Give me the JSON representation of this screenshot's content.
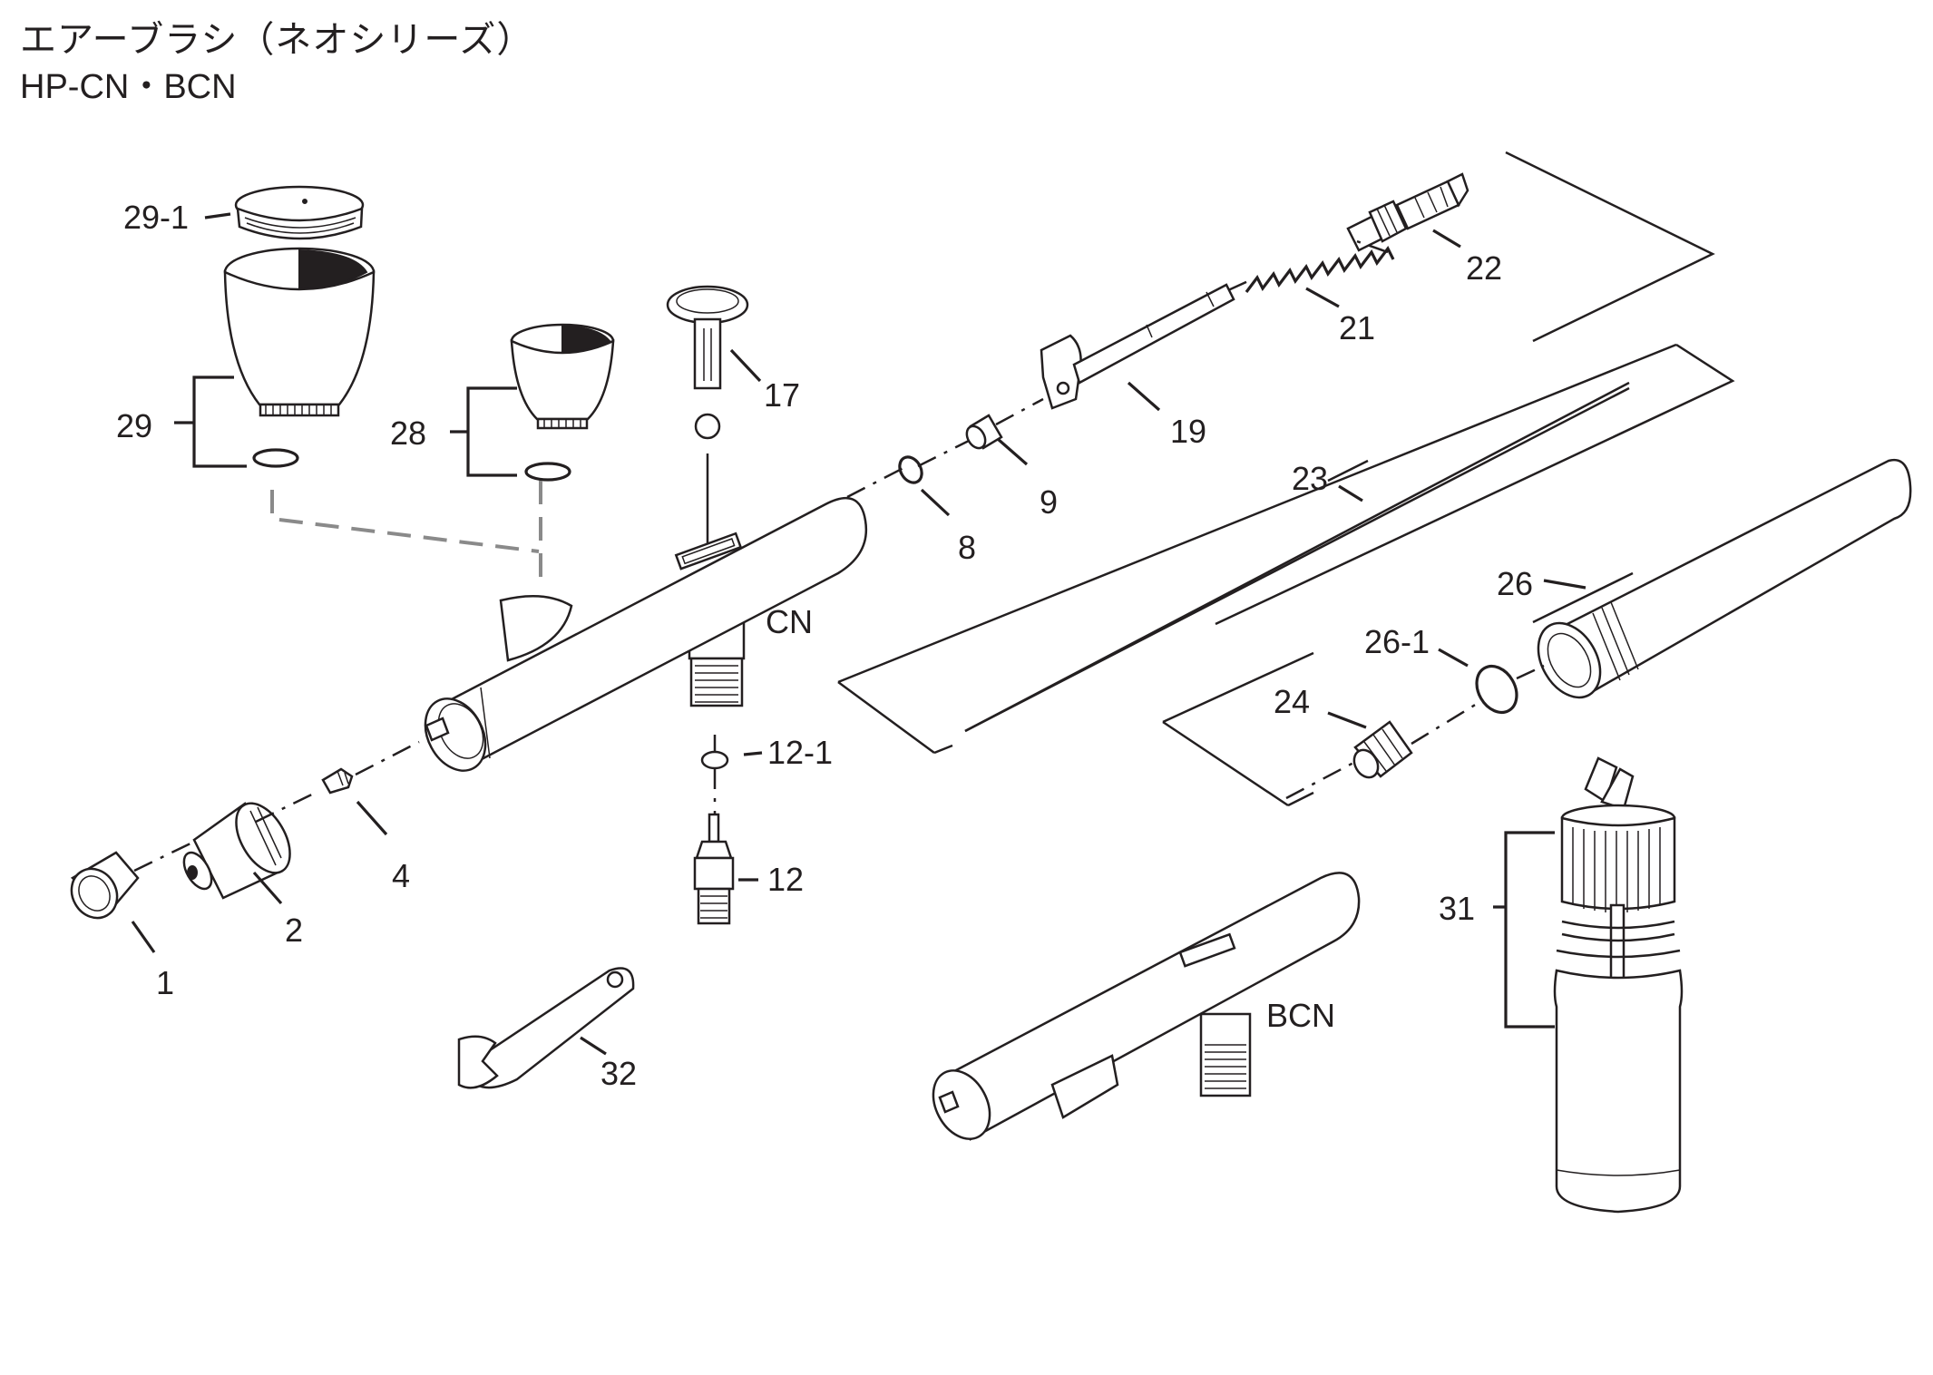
{
  "title": {
    "japanese": "エアーブラシ（ネオシリーズ）",
    "model": "HP-CN・BCN"
  },
  "parts": [
    {
      "id": "29-1"
    },
    {
      "id": "29"
    },
    {
      "id": "28"
    },
    {
      "id": "17"
    },
    {
      "id": "22"
    },
    {
      "id": "21"
    },
    {
      "id": "19"
    },
    {
      "id": "9"
    },
    {
      "id": "8"
    },
    {
      "id": "23"
    },
    {
      "id": "26"
    },
    {
      "id": "26-1"
    },
    {
      "id": "24"
    },
    {
      "id": "12-1"
    },
    {
      "id": "12"
    },
    {
      "id": "4"
    },
    {
      "id": "2"
    },
    {
      "id": "1"
    },
    {
      "id": "32"
    },
    {
      "id": "31"
    }
  ],
  "variants": {
    "cn": "CN",
    "bcn": "BCN"
  }
}
